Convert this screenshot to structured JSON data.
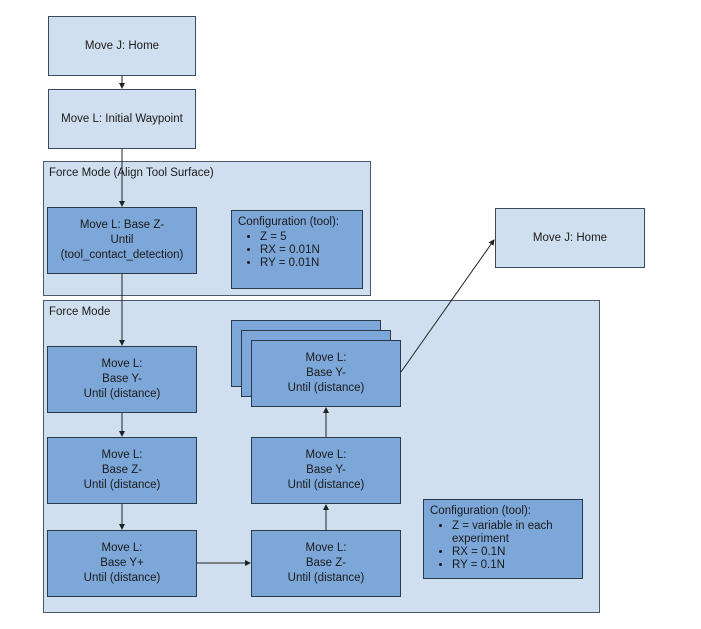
{
  "nodes": {
    "home_top": "Move J: Home",
    "initial_waypoint": "Move L: Initial Waypoint",
    "home_right": "Move J: Home",
    "base_z_contact": [
      "Move L: Base Z-",
      "Until",
      "(tool_contact_detection)"
    ],
    "base_y_minus_1": [
      "Move L:",
      "Base Y-",
      "Until (distance)"
    ],
    "base_z_minus_1": [
      "Move L:",
      "Base Z-",
      "Until (distance)"
    ],
    "base_y_plus": [
      "Move L:",
      "Base Y+",
      "Until (distance)"
    ],
    "base_z_minus_2": [
      "Move L:",
      "Base Z-",
      "Until (distance)"
    ],
    "base_y_minus_2": [
      "Move L:",
      "Base Y-",
      "Until (distance)"
    ],
    "base_y_minus_stack": [
      "Move L:",
      "Base Y-",
      "Until (distance)"
    ]
  },
  "groups": {
    "align": {
      "title": "Force Mode (Align Tool Surface)"
    },
    "force": {
      "title": "Force Mode"
    }
  },
  "configs": {
    "align": {
      "title": "Configuration (tool):",
      "items": [
        "Z = 5",
        "RX = 0.01N",
        "RY = 0.01N"
      ]
    },
    "force": {
      "title": "Configuration (tool):",
      "items": [
        "Z = variable in each experiment",
        "RX = 0.1N",
        "RY = 0.1N"
      ]
    }
  }
}
